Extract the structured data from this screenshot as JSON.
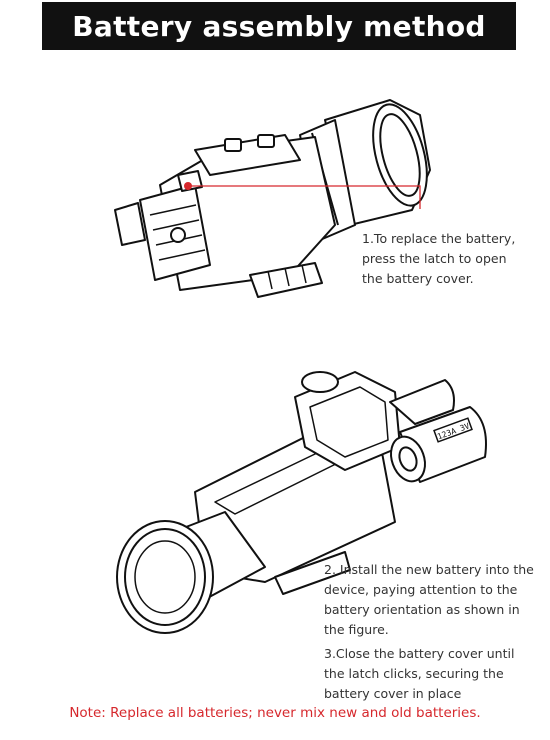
{
  "header": {
    "title": "Battery assembly method"
  },
  "step1": {
    "caption": "1.To replace the battery, press the latch to open the battery cover."
  },
  "step2": {
    "caption_install": "2.  Install the new battery into the device, paying attention to the battery orientation as shown in the figure.",
    "caption_close": "3.Close the battery cover until the latch clicks, securing the battery cover in place",
    "battery_label": "123A 3V"
  },
  "footer": {
    "note": "Note: Replace all batteries; never mix new and old batteries."
  },
  "colors": {
    "accent": "#d6282d",
    "title_bg": "#111111",
    "title_text": "#ffffff"
  }
}
